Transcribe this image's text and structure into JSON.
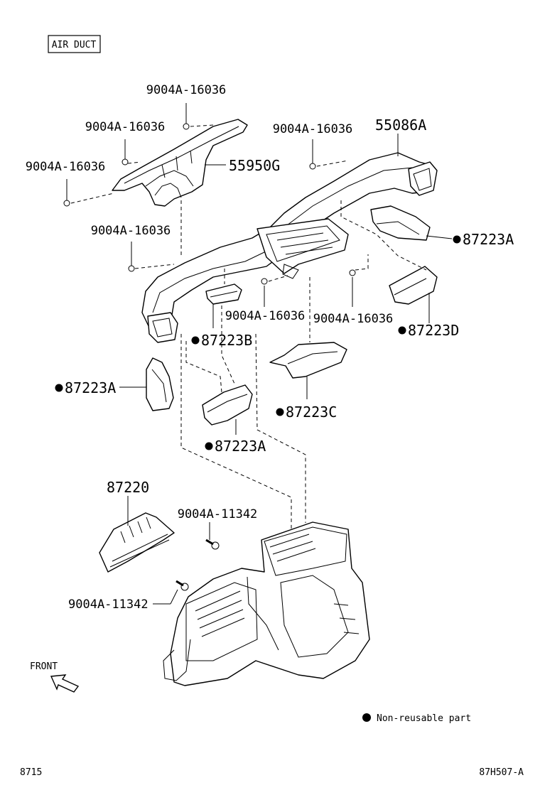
{
  "header": {
    "section_title": "AIR DUCT"
  },
  "labels": {
    "bolt_top": "9004A-16036",
    "bolt_upper_left": "9004A-16036",
    "bolt_left": "9004A-16036",
    "bolt_upper_mid": "9004A-16036",
    "bolt_mid_left": "9004A-16036",
    "bolt_center_a": "9004A-16036",
    "bolt_center_b": "9004A-16036",
    "duct_left": "55950G",
    "duct_right": "55086A",
    "seal_a_right": "87223A",
    "seal_b": "87223B",
    "seal_d": "87223D",
    "seal_a_left": "87223A",
    "seal_c": "87223C",
    "seal_a_lower": "87223A",
    "duct_lower": "87220",
    "bolt_lower_a": "9004A-11342",
    "bolt_lower_b": "9004A-11342"
  },
  "front_label": "FRONT",
  "legend": {
    "text": "Non-reusable part"
  },
  "footer": {
    "left_code": "8715",
    "right_code": "87H507-A"
  }
}
